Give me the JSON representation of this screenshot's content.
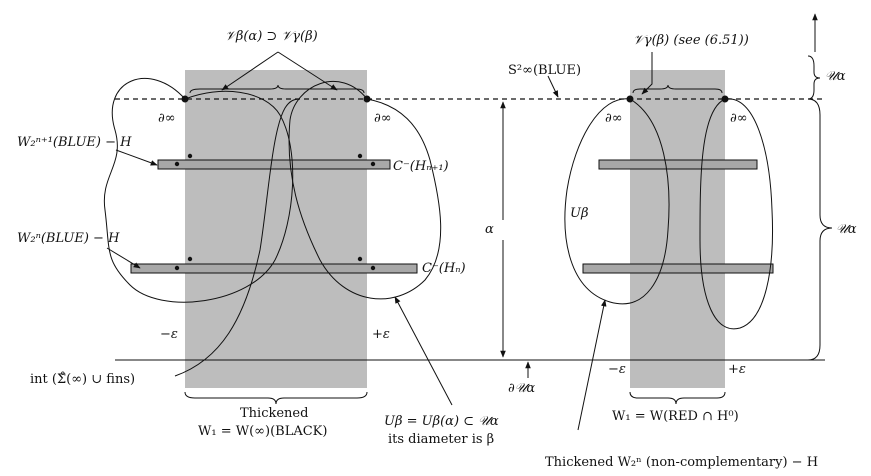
{
  "labels": {
    "v_beta_alpha": "𝒱β(α) ⊃ 𝒱γ(β)",
    "v_gamma_beta": "𝒱γ(β) (see (6.51))",
    "s_inf": "S²∞(BLUE)",
    "w2_n1": "W₂ⁿ⁺¹(BLUE) − H",
    "w2_n": "W₂ⁿ(BLUE) − H",
    "c_hn1": "C⁻(Hₙ₊₁)",
    "c_hn": "C⁻(Hₙ)",
    "d_inf_1": "∂∞",
    "d_inf_2": "∂∞",
    "d_inf_3": "∂∞",
    "d_inf_4": "∂∞",
    "alpha": "α",
    "u_beta_inner": "Uβ",
    "u_alpha_top": "𝒰α",
    "u_alpha_right": "𝒰α",
    "du_alpha": "∂𝒰α",
    "minus_eps_1": "−ε",
    "plus_eps_1": "+ε",
    "minus_eps_2": "−ε",
    "plus_eps_2": "+ε",
    "int_sigma": "int (Σ̊(∞) ∪ fins)",
    "thickened_1": "Thickened",
    "w1_black": "W₁ = W(∞)(BLACK)",
    "u_beta_def": "Uβ = Uβ(α) ⊂ 𝒰α",
    "diameter": "its diameter is β",
    "w1_red": "W₁ = W(RED ∩ H⁰)",
    "thickened_2": "Thickened W₂ⁿ (non-complementary) − H"
  }
}
